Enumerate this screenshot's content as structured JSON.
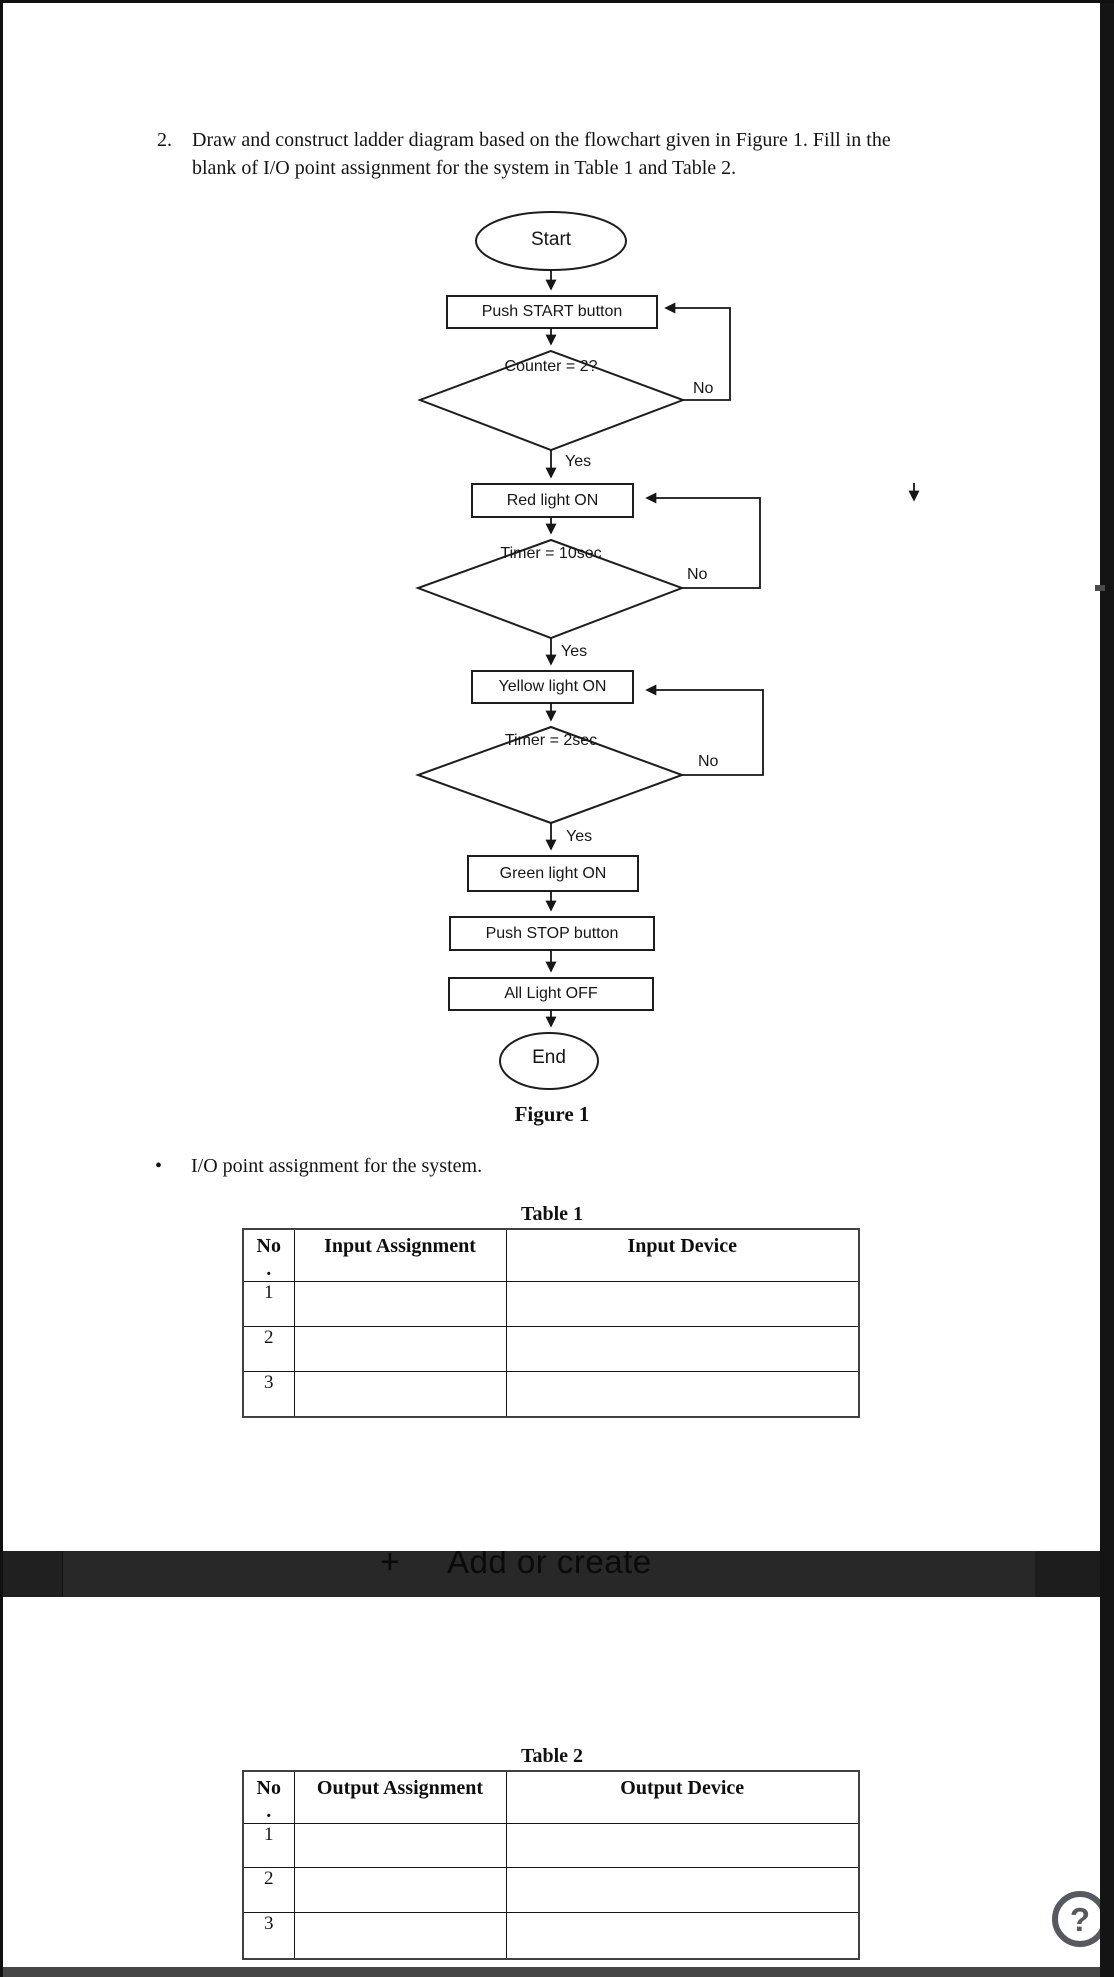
{
  "document": {
    "question": {
      "number": "2.",
      "lines": [
        "Draw and construct ladder diagram based on the flowchart given in Figure 1.  Fill in the",
        "blank of I/O point assignment for the system in Table 1 and Table 2."
      ]
    },
    "figure": {
      "caption": "Figure 1",
      "nodes": {
        "start": "Start",
        "push_start": "Push START button",
        "counter": "Counter = 2?",
        "red": "Red light ON",
        "timer10": "Timer = 10sec",
        "yellow": "Yellow light ON",
        "timer2": "Timer = 2sec",
        "green": "Green light ON",
        "push_stop": "Push STOP button",
        "all_off": "All Light OFF",
        "end": "End"
      },
      "branch_labels": {
        "yes": "Yes",
        "no": "No"
      }
    },
    "bullet_marker": "•",
    "bullet": "I/O point assignment for the system.",
    "table1": {
      "caption": "Table 1",
      "col1_header_line1": "No",
      "col1_header_line2": ".",
      "col2_header": "Input Assignment",
      "col3_header": "Input Device",
      "rows": [
        {
          "no": "1",
          "assignment": "",
          "device": ""
        },
        {
          "no": "2",
          "assignment": "",
          "device": ""
        },
        {
          "no": "3",
          "assignment": "",
          "device": ""
        }
      ]
    },
    "table2": {
      "caption": "Table 2",
      "col1_header_line1": "No",
      "col1_header_line2": ".",
      "col2_header": "Output Assignment",
      "col3_header": "Output Device",
      "rows": [
        {
          "no": "1",
          "assignment": "",
          "device": ""
        },
        {
          "no": "2",
          "assignment": "",
          "device": ""
        },
        {
          "no": "3",
          "assignment": "",
          "device": ""
        }
      ]
    }
  },
  "overlay": {
    "add_button": {
      "plus": "+",
      "label": "Add or create"
    },
    "help": "?"
  },
  "colors": {
    "toolbar_band": "#282828",
    "side_band": "#141414",
    "bottom_bar": "#464646",
    "help_icon": "#56595d",
    "ink": "#161616"
  }
}
